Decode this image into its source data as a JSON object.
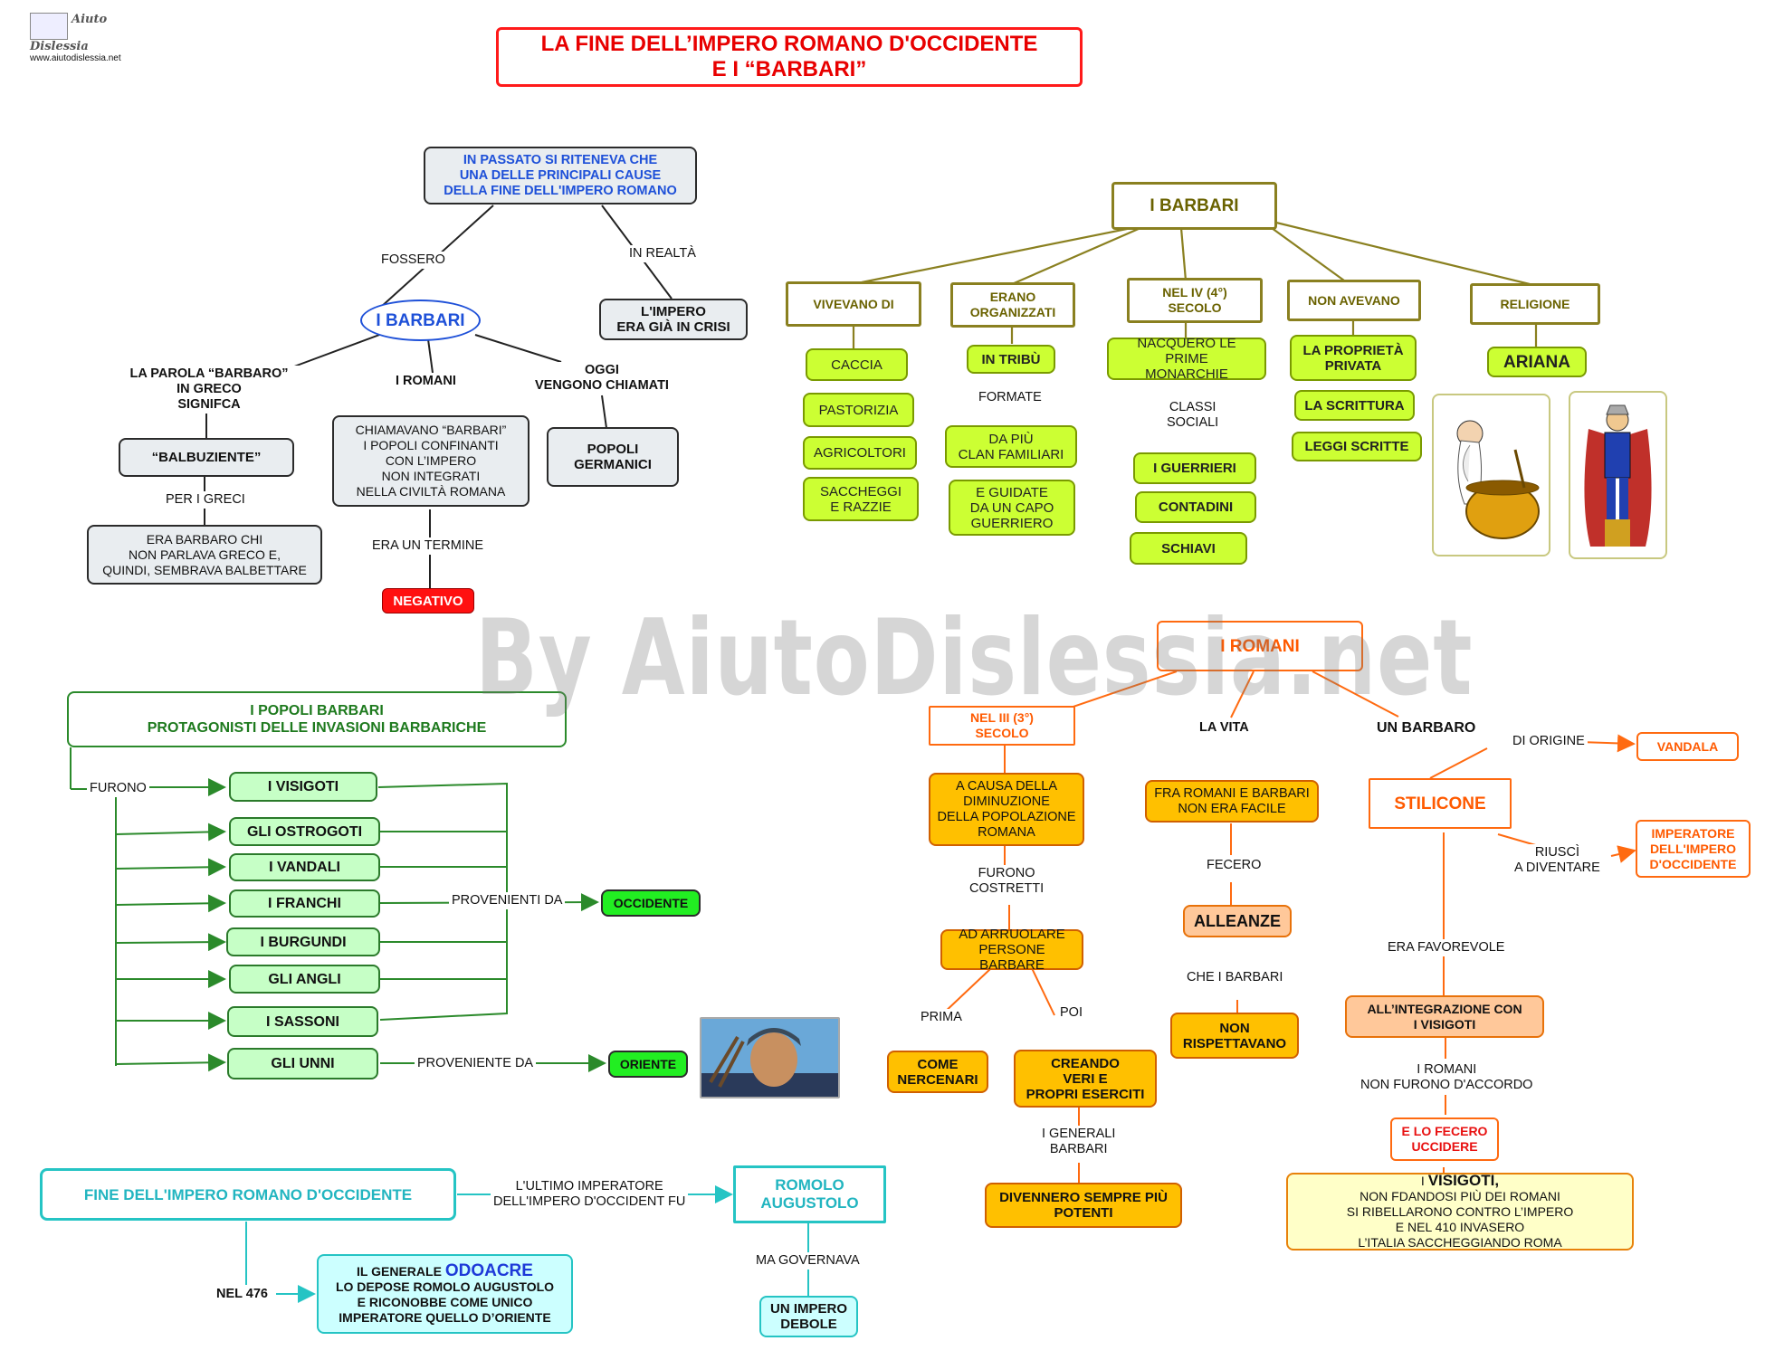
{
  "logo": {
    "name": "Aiuto Dislessia",
    "url": "www.aiutodislessia.net"
  },
  "title": {
    "line1": "LA FINE DELL’IMPERO ROMANO D'OCCIDENTE",
    "line2": "E  I “BARBARI”"
  },
  "watermark": "By AiutoDislessia.net",
  "colors": {
    "title_border": "#ff1a1a",
    "olive": "#8a8020",
    "lime": "#ccff33",
    "green": "#2b7a2b",
    "orange": "#ff6a10",
    "cyan": "#25c4c4"
  },
  "sec1": {
    "root": "IN PASSATO SI RITENEVA CHE\nUNA DELLE PRINCIPALI CAUSE\nDELLA FINE DELL'IMPERO ROMANO",
    "fossero": "FOSSERO",
    "in_realta": "IN REALTÀ",
    "crisi": "L'IMPERO\nERA GIÀ IN CRISI",
    "barbari": "I BARBARI",
    "parola": "LA PAROLA “BARBARO”\nIN GRECO\nSIGNIFCA",
    "i_romani": "I ROMANI",
    "oggi": "OGGI\nVENGONO CHIAMATI",
    "balbuziente": "“BALBUZIENTE”",
    "per_greci": "PER I GRECI",
    "era_barbaro": "ERA BARBARO CHI\nNON PARLAVA GRECO E,\nQUINDI, SEMBRAVA BALBETTARE",
    "chiamavano": "CHIAMAVANO “BARBARI”\nI POPOLI CONFINANTI\nCON L’IMPERO\nNON INTEGRATI\nNELLA CIVILTÀ ROMANA",
    "era_termine": "ERA UN TERMINE",
    "negativo": "NEGATIVO",
    "popoli_germanici": "POPOLI\nGERMANICI"
  },
  "sec2": {
    "root": "I BARBARI",
    "headers": [
      "VIVEVANO DI",
      "ERANO\nORGANIZZATI",
      "NEL IV (4°)\nSECOLO",
      "NON AVEVANO",
      "RELIGIONE"
    ],
    "vivevano": [
      "CACCIA",
      "PASTORIZIA",
      "AGRICOLTORI",
      "SACCHEGGI\nE RAZZIE"
    ],
    "in_tribu": "IN TRIBÙ",
    "formate": "FORMATE",
    "clan": "DA PIÙ\nCLAN FAMILIARI",
    "guidate": "E GUIDATE\nDA UN CAPO\nGUERRIERO",
    "monarchie": "NACQUERO LE PRIME\nMONARCHIE",
    "classi": "CLASSI\nSOCIALI",
    "classi_items": [
      "I GUERRIERI",
      "CONTADINI",
      "SCHIAVI"
    ],
    "non_avevano": [
      "LA PROPRIETÀ\nPRIVATA",
      "LA SCRITTURA",
      "LEGGI SCRITTE"
    ],
    "ariana": "ARIANA"
  },
  "sec3": {
    "root": "I POPOLI BARBARI\nPROTAGONISTI DELLE INVASIONI BARBARICHE",
    "furono": "FURONO",
    "peoples": [
      "I VISIGOTI",
      "GLI OSTROGOTI",
      "I VANDALI",
      "I FRANCHI",
      "I BURGUNDI",
      "GLI ANGLI",
      "I SASSONI",
      "GLI UNNI"
    ],
    "provenienti": "PROVENIENTI DA",
    "occidente": "OCCIDENTE",
    "proveniente": "PROVENIENTE DA",
    "oriente": "ORIENTE"
  },
  "sec4": {
    "root": "FINE DELL'IMPERO ROMANO D'OCCIDENTE",
    "ultimo": "L'ULTIMO IMPERATORE\nDELL'IMPERO D'OCCIDENT FU",
    "romolo": "ROMOLO\nAUGUSTOLO",
    "ma_governava": "MA GOVERNAVA",
    "debole": "UN IMPERO\nDEBOLE",
    "nel476": "NEL 476",
    "odoacre_pre": "IL GENERALE",
    "odoacre": "ODOACRE",
    "odoacre_post": "LO DEPOSE ROMOLO AUGUSTOLO\nE RICONOBBE COME UNICO\nIMPERATORE QUELLO D’ORIENTE"
  },
  "sec5": {
    "root": "I ROMANI",
    "nel3": "NEL III (3°)\nSECOLO",
    "la_vita": "LA VITA",
    "un_barbaro": "UN BARBARO",
    "causa": "A CAUSA DELLA\nDIMINUZIONE\nDELLA POPOLAZIONE\nROMANA",
    "furono_costretti": "FURONO\nCOSTRETTI",
    "arruolare": "AD ARRUOLARE\nPERSONE BARBARE",
    "prima": "PRIMA",
    "poi": "POI",
    "mercenari": "COME\nNERCENARI",
    "eserciti": "CREANDO\nVERI E\nPROPRI ESERCITI",
    "generali": "I GENERALI\nBARBARI",
    "potenti": "DIVENNERO SEMPRE PIÙ\nPOTENTI",
    "fra_romani": "FRA ROMANI E BARBARI\nNON ERA FACILE",
    "fecero": "FECERO",
    "alleanze": "ALLEANZE",
    "che_barbari": "CHE I BARBARI",
    "non_rispettavano": "NON\nRISPETTAVANO",
    "di_origine": "DI ORIGINE",
    "vandala": "VANDALA",
    "stilicone": "STILICONE",
    "riusci": "RIUSCÌ\nA DIVENTARE",
    "imperatore": "IMPERATORE\nDELL'IMPERO\nD'OCCIDENTE",
    "era_favorevole": "ERA FAVOREVOLE",
    "integrazione": "ALL’INTEGRAZIONE CON\nI VISIGOTI",
    "romani_accordo": "I ROMANI\nNON FURONO D'ACCORDO",
    "uccidere": "E LO FECERO\nUCCIDERE",
    "visigoti_pre": "I",
    "visigoti_big": "VISIGOTI,",
    "visigoti_text": "NON FDANDOSI PIÙ DEI ROMANI\nSI RIBELLARONO CONTRO L’IMPERO\nE NEL 410 INVASERO\nL’ITALIA SACCHEGGIANDO ROMA"
  }
}
